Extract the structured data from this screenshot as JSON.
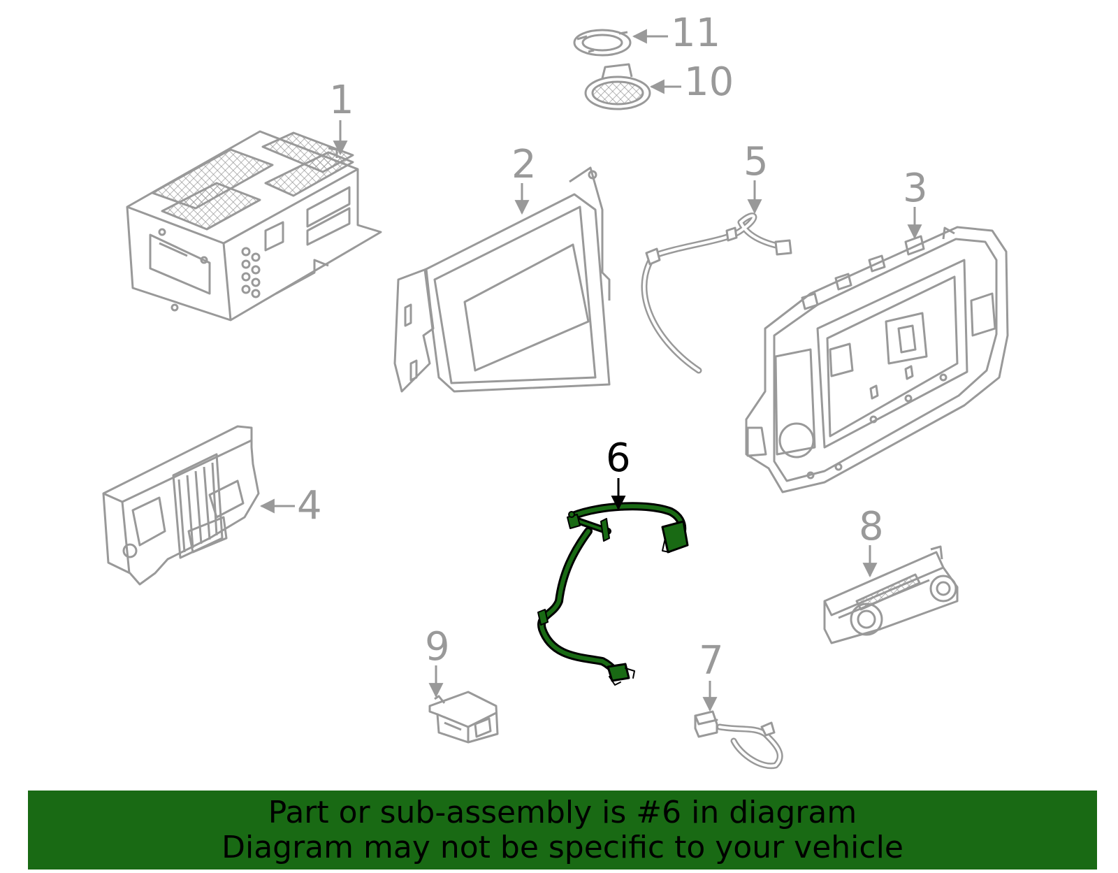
{
  "callouts": {
    "c1": "1",
    "c2": "2",
    "c3": "3",
    "c4": "4",
    "c5": "5",
    "c6": "6",
    "c7": "7",
    "c8": "8",
    "c9": "9",
    "c10": "10",
    "c11": "11"
  },
  "highlight_part": "6",
  "colors": {
    "part_outline": "#999999",
    "highlight_fill": "#196a14",
    "banner_background": "#196a14"
  },
  "banner": {
    "line1": "Part or sub-assembly is #6 in diagram",
    "line2": "Diagram may not be specific to your vehicle"
  }
}
